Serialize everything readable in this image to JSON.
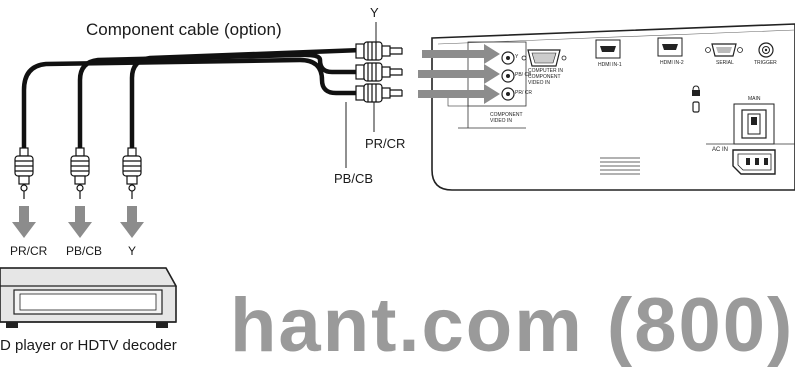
{
  "cable_label": "Component cable (option)",
  "connector_labels": {
    "y_top": "Y",
    "pr_cr_right": "PR/CR",
    "pb_cb_right": "PB/CB",
    "pr_cr_left": "PR/CR",
    "pb_cb_left": "PB/CB",
    "y_left": "Y"
  },
  "device_label": "D player or HDTV decoder",
  "projector_ports": {
    "computer_in": "COMPUTER IN",
    "component_video_in_small": "COMPONENT VIDEO IN",
    "hdmi1": "HDMI IN-1",
    "hdmi2": "HDMI IN-2",
    "serial": "SERIAL",
    "trigger": "TRIGGER",
    "component_block": "COMPONENT VIDEO IN",
    "main": "MAIN",
    "ac_in": "AC IN",
    "y": "Y",
    "pb": "PB/ CB",
    "pr": "PR/ CR"
  },
  "watermark": "hant.com (800)",
  "colors": {
    "cable": "#111111",
    "arrow": "#8c8c8c",
    "line": "#222222",
    "watermark": "#9a9a9a"
  }
}
